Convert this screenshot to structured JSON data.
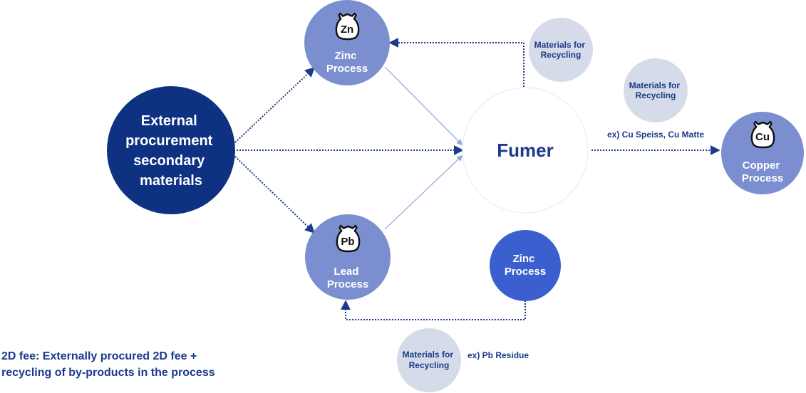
{
  "colors": {
    "navy": "#0e3182",
    "periwinkle": "#7b8fd0",
    "royal": "#3b5fcf",
    "pale": "#d5dbe8",
    "text_dark": "#1a3a8a",
    "arrow_solid": "#8fa3dd",
    "arrow_dotted": "#1a3a8a",
    "white": "#ffffff"
  },
  "external": {
    "lines": [
      "External",
      "procurement",
      "secondary",
      "materials"
    ]
  },
  "zinc_top": {
    "badge": "Zn",
    "lines": [
      "Zinc",
      "Process"
    ],
    "icon": "material-bag-icon"
  },
  "lead": {
    "badge": "Pb",
    "lines": [
      "Lead",
      "Process"
    ],
    "icon": "material-bag-icon"
  },
  "copper": {
    "badge": "Cu",
    "lines": [
      "Copper",
      "Process"
    ],
    "icon": "material-bag-icon"
  },
  "zinc_bottom": {
    "lines": [
      "Zinc",
      "Process"
    ]
  },
  "fumer": {
    "label": "Fumer"
  },
  "recycling_top": {
    "lines": [
      "Materials for",
      "Recycling"
    ]
  },
  "recycling_right": {
    "lines": [
      "Materials for",
      "Recycling"
    ]
  },
  "recycling_bottom": {
    "lines": [
      "Materials for",
      "Recycling"
    ]
  },
  "labels": {
    "cu_products": "ex) Cu Speiss, Cu Matte",
    "pb_residue": "ex) Pb Residue"
  },
  "footnote": {
    "line1": "2D fee: Externally procured 2D fee +",
    "line2": "recycling of by-products in the process"
  }
}
